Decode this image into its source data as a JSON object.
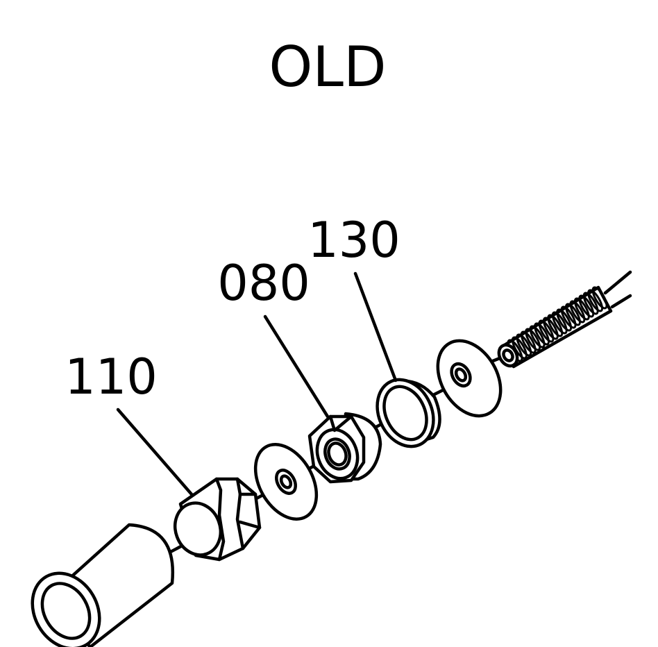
{
  "title": "OLD",
  "callouts": [
    {
      "id": "110",
      "label": "110"
    },
    {
      "id": "080",
      "label": "080"
    },
    {
      "id": "130",
      "label": "130"
    }
  ]
}
